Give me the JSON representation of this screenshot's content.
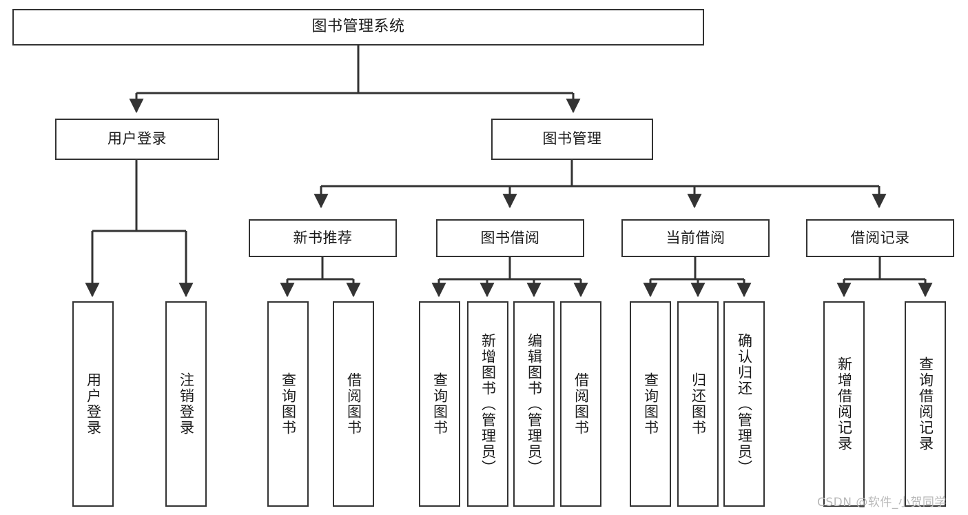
{
  "diagram": {
    "title": "图书管理系统",
    "type": "tree",
    "background_color": "#ffffff",
    "node_border_color": "#333333",
    "node_fill_color": "#ffffff",
    "edge_color": "#333333",
    "text_color": "#1a1a1a"
  },
  "nodes": {
    "root": {
      "label": "图书管理系统",
      "level": 0
    },
    "l1": [
      {
        "id": "user_login",
        "label": "用户登录",
        "level": 1
      },
      {
        "id": "book_manage",
        "label": "图书管理",
        "level": 1
      }
    ],
    "l2": [
      {
        "id": "new_book_rec",
        "label": "新书推荐",
        "level": 2,
        "parent": "book_manage"
      },
      {
        "id": "book_borrow",
        "label": "图书借阅",
        "level": 2,
        "parent": "book_manage"
      },
      {
        "id": "current_borrow",
        "label": "当前借阅",
        "level": 2,
        "parent": "book_manage"
      },
      {
        "id": "borrow_record",
        "label": "借阅记录",
        "level": 2,
        "parent": "book_manage"
      }
    ],
    "leaves": [
      {
        "id": "leaf_user_login",
        "label": "用户登录",
        "parent": "user_login"
      },
      {
        "id": "leaf_logout",
        "label": "注销登录",
        "parent": "user_login"
      },
      {
        "id": "leaf_query_book_1",
        "label": "查询图书",
        "parent": "new_book_rec"
      },
      {
        "id": "leaf_borrow_book_1",
        "label": "借阅图书",
        "parent": "new_book_rec"
      },
      {
        "id": "leaf_query_book_2",
        "label": "查询图书",
        "parent": "book_borrow"
      },
      {
        "id": "leaf_add_book",
        "label": "新增图书（管理员）",
        "parent": "book_borrow"
      },
      {
        "id": "leaf_edit_book",
        "label": "编辑图书（管理员）",
        "parent": "book_borrow"
      },
      {
        "id": "leaf_borrow_book_2",
        "label": "借阅图书",
        "parent": "book_borrow"
      },
      {
        "id": "leaf_query_book_3",
        "label": "查询图书",
        "parent": "current_borrow"
      },
      {
        "id": "leaf_return_book",
        "label": "归还图书",
        "parent": "current_borrow"
      },
      {
        "id": "leaf_confirm_return",
        "label": "确认归还（管理员）",
        "parent": "current_borrow"
      },
      {
        "id": "leaf_add_record",
        "label": "新增借阅记录",
        "parent": "borrow_record"
      },
      {
        "id": "leaf_query_record",
        "label": "查询借阅记录",
        "parent": "borrow_record"
      }
    ]
  },
  "watermark": {
    "text": "CSDN @软件_小贺同学",
    "color": "#b9b9b9"
  }
}
